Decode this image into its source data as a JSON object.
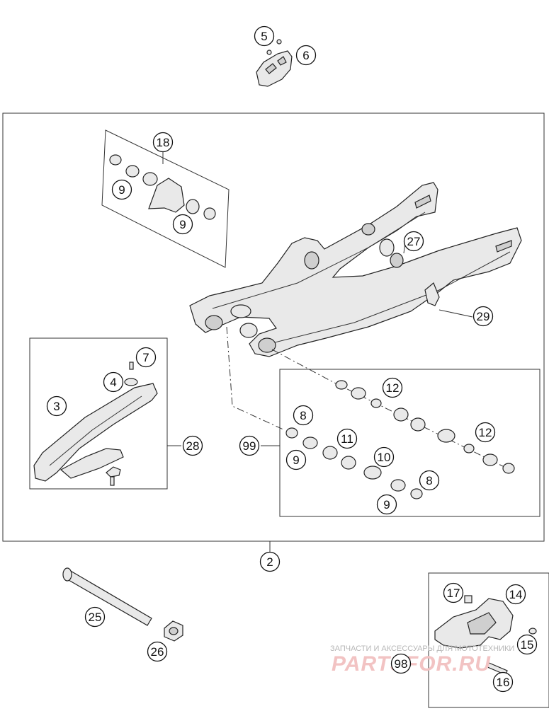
{
  "callouts": [
    {
      "id": "c5",
      "label": "5"
    },
    {
      "id": "c6",
      "label": "6"
    },
    {
      "id": "c18",
      "label": "18"
    },
    {
      "id": "c9a",
      "label": "9"
    },
    {
      "id": "c9b",
      "label": "9"
    },
    {
      "id": "c27",
      "label": "27"
    },
    {
      "id": "c29",
      "label": "29"
    },
    {
      "id": "c7",
      "label": "7"
    },
    {
      "id": "c4",
      "label": "4"
    },
    {
      "id": "c3",
      "label": "3"
    },
    {
      "id": "c28",
      "label": "28"
    },
    {
      "id": "c12a",
      "label": "12"
    },
    {
      "id": "c8a",
      "label": "8"
    },
    {
      "id": "c11",
      "label": "11"
    },
    {
      "id": "c12b",
      "label": "12"
    },
    {
      "id": "c99",
      "label": "99"
    },
    {
      "id": "c9c",
      "label": "9"
    },
    {
      "id": "c10",
      "label": "10"
    },
    {
      "id": "c8b",
      "label": "8"
    },
    {
      "id": "c9d",
      "label": "9"
    },
    {
      "id": "c2",
      "label": "2"
    },
    {
      "id": "c17",
      "label": "17"
    },
    {
      "id": "c14",
      "label": "14"
    },
    {
      "id": "c25",
      "label": "25"
    },
    {
      "id": "c26",
      "label": "26"
    },
    {
      "id": "c15",
      "label": "15"
    },
    {
      "id": "c98",
      "label": "98"
    },
    {
      "id": "c16",
      "label": "16"
    }
  ],
  "watermark": {
    "tagline": "ЗАПЧАСТИ И АКСЕССУАРЫ ДЛЯ МОТОТЕХНИКИ",
    "brand": "PARTSFOR.RU"
  }
}
